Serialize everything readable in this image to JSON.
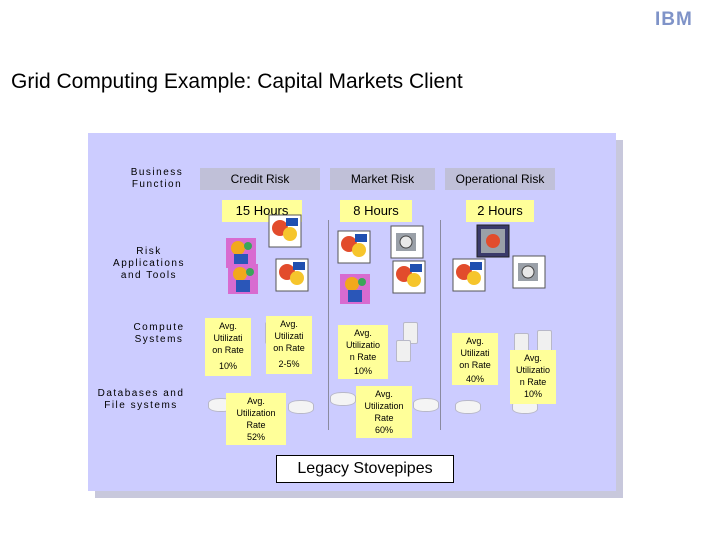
{
  "header": {
    "logo_text": "IBM",
    "title": "Grid Computing Example: Capital Markets Client"
  },
  "rows": {
    "business_function": "Business Function",
    "risk_apps": "Risk Applications and Tools",
    "compute": "Compute Systems",
    "databases": "Databases and File systems"
  },
  "columns": [
    {
      "header": "Credit Risk",
      "hours": "15 Hours"
    },
    {
      "header": "Market Risk",
      "hours": "8 Hours"
    },
    {
      "header": "Operational Risk",
      "hours": "2 Hours"
    }
  ],
  "utilization": {
    "credit_a": {
      "l1": "Avg.",
      "l2": "Utilizati",
      "l3": "on Rate",
      "l4": "10%"
    },
    "credit_b": {
      "l1": "Avg.",
      "l2": "Utilizati",
      "l3": "on Rate",
      "l4": "2-5%"
    },
    "credit_db": {
      "l1": "Avg.",
      "l2": "Utilization",
      "l3": "Rate",
      "l4": "52%"
    },
    "market_a": {
      "l1": "Avg.",
      "l2": "Utilizatio",
      "l3": "n Rate",
      "l4": "10%"
    },
    "market_db": {
      "l1": "Avg.",
      "l2": "Utilization",
      "l3": "Rate",
      "l4": "60%"
    },
    "oper_a": {
      "l1": "Avg.",
      "l2": "Utilizati",
      "l3": "on Rate",
      "l4": "40%"
    },
    "oper_b": {
      "l1": "Avg.",
      "l2": "Utilizatio",
      "l3": "n Rate",
      "l4": "10%"
    }
  },
  "footer_box": "Legacy Stovepipes",
  "colors": {
    "panel": "#ccccff",
    "header_cell": "#c0c0d8",
    "label_fill": "#ffff99",
    "logo": "#7f93c8"
  },
  "icons": [
    "trader-clipart-icon",
    "stock-chart-clipart-icon",
    "server-icon",
    "disk-icon",
    "machine-clipart-icon"
  ]
}
